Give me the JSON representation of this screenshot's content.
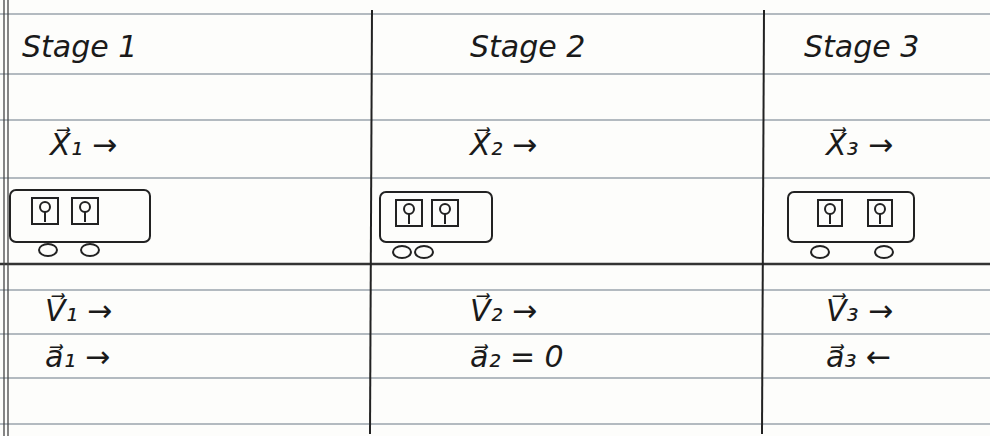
{
  "diagram": {
    "labels": [
      "Stage 1",
      "Stage 2",
      "Stage 3",
      "X⃗₁ →",
      "X⃗₂ →",
      "X⃗₃ →",
      "V⃗₁ →",
      "V⃗₂ →",
      "V⃗₃ →",
      "a⃗₁ →",
      "a⃗₂ = 0",
      "a⃗₃ ←"
    ]
  }
}
